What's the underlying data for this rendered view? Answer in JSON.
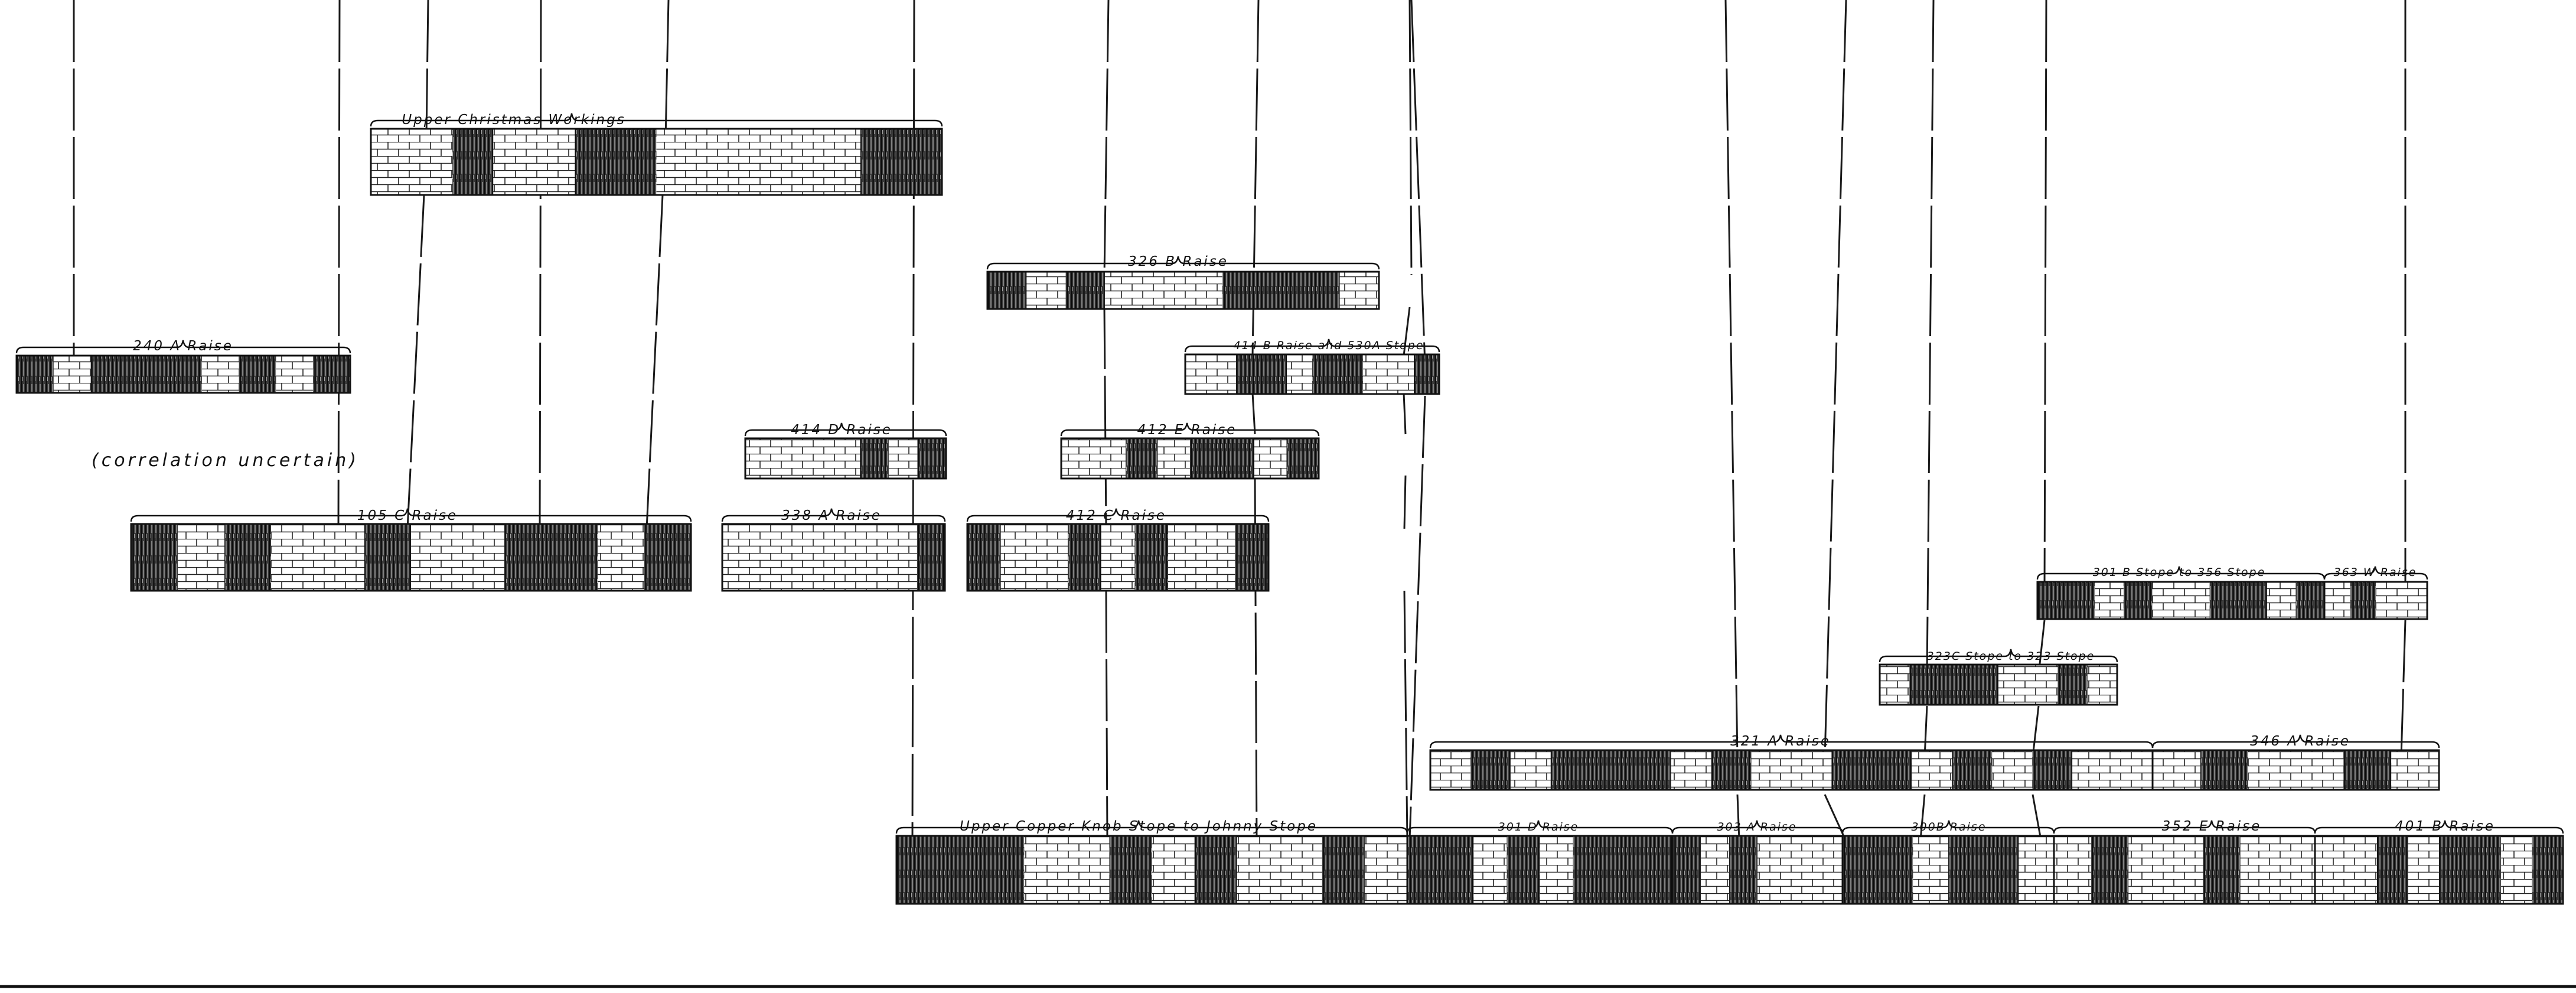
{
  "diagram": {
    "note": "(correlation uncertain)",
    "sections": [
      {
        "id": "upper-christmas",
        "label": "Upper Christmas Workings",
        "pattern": [
          0,
          0,
          1,
          0,
          0,
          1,
          1,
          0,
          0,
          0,
          0,
          0,
          1,
          1
        ]
      },
      {
        "id": "240a",
        "label": "240 A Raise",
        "pattern": [
          1,
          0,
          1,
          1,
          1,
          0,
          1,
          0,
          1
        ]
      },
      {
        "id": "326b",
        "label": "326 B Raise",
        "pattern": [
          1,
          0,
          1,
          0,
          0,
          0,
          1,
          1,
          1,
          0
        ]
      },
      {
        "id": "414b",
        "label": "414 B Raise and 530A Stope",
        "pattern": [
          0,
          0,
          1,
          1,
          0,
          1,
          1,
          0,
          0,
          1
        ]
      },
      {
        "id": "414d",
        "label": "414 D Raise",
        "pattern": [
          0,
          0,
          0,
          0,
          1,
          0,
          1
        ]
      },
      {
        "id": "412e",
        "label": "412 E Raise",
        "pattern": [
          0,
          0,
          1,
          0,
          1,
          1,
          0,
          1
        ]
      },
      {
        "id": "105c",
        "label": "105 C Raise",
        "pattern": [
          1,
          0,
          1,
          0,
          0,
          1,
          0,
          0,
          1,
          1,
          0,
          1
        ]
      },
      {
        "id": "338a",
        "label": "338 A Raise",
        "pattern": [
          0,
          0,
          0,
          0,
          0,
          0,
          0,
          1
        ]
      },
      {
        "id": "412c",
        "label": "412 C Raise",
        "pattern": [
          1,
          0,
          0,
          1,
          0,
          1,
          0,
          0,
          1
        ]
      },
      {
        "id": "301b",
        "label": "301 B Stope to 356 Stope",
        "pattern": [
          1,
          1,
          0,
          1,
          0,
          0,
          1,
          1,
          0,
          1
        ]
      },
      {
        "id": "363w",
        "label": "363 W Raise",
        "pattern": [
          0,
          1,
          0,
          0
        ]
      },
      {
        "id": "323c",
        "label": "323C Stope to 323 Stope",
        "pattern": [
          0,
          1,
          1,
          1,
          0,
          0,
          1,
          0
        ]
      },
      {
        "id": "321a",
        "label": "321 A Raise",
        "pattern": [
          0,
          1,
          0,
          1,
          1,
          1,
          0,
          1,
          0,
          0,
          1,
          1,
          0,
          1,
          0,
          1,
          0,
          0
        ]
      },
      {
        "id": "346a",
        "label": "346 A Raise",
        "pattern": [
          0,
          1,
          0,
          0,
          1,
          0
        ]
      },
      {
        "id": "upper-copper",
        "label": "Upper Copper Knob Stope to Johnny Stope",
        "pattern": [
          1,
          1,
          1,
          0,
          0,
          1,
          0,
          1,
          0,
          0,
          1,
          0
        ]
      },
      {
        "id": "301d",
        "label": "301 D Raise",
        "pattern": [
          1,
          1,
          0,
          1,
          0,
          1,
          1,
          1
        ]
      },
      {
        "id": "303a",
        "label": "303 A Raise",
        "pattern": [
          1,
          0,
          1,
          0,
          0,
          0
        ]
      },
      {
        "id": "300b",
        "label": "300B Raise",
        "pattern": [
          1,
          1,
          0,
          1,
          1,
          0
        ]
      },
      {
        "id": "352e",
        "label": "352 E Raise",
        "pattern": [
          0,
          1,
          0,
          0,
          1,
          0,
          0
        ]
      },
      {
        "id": "401b",
        "label": "401 B Raise",
        "pattern": [
          0,
          0,
          1,
          0,
          1,
          1,
          0,
          1
        ]
      }
    ]
  }
}
